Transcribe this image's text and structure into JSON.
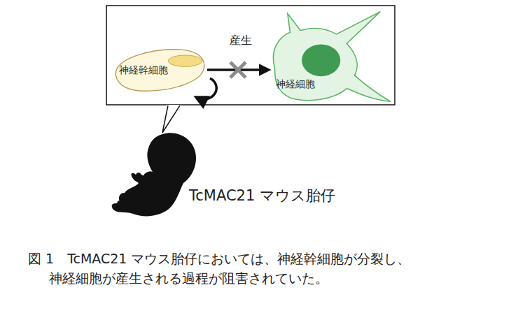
{
  "diagram": {
    "caption": "図 1　TcMAC21 マウス胎仔においては、神経幹細胞が分裂し、 神経細胞が産生される過程が阻害されていた。",
    "nodes": [
      {
        "text": [
          "神経幹細胞"
        ]
      },
      {
        "text": [
          "神経細胞"
        ]
      }
    ],
    "edges": [
      {
        "from": 0,
        "to": 1,
        "arrow": "to",
        "label": "産生"
      }
    ],
    "labels": [
      "TcMAC21 マウス胎仔"
    ]
  }
}
